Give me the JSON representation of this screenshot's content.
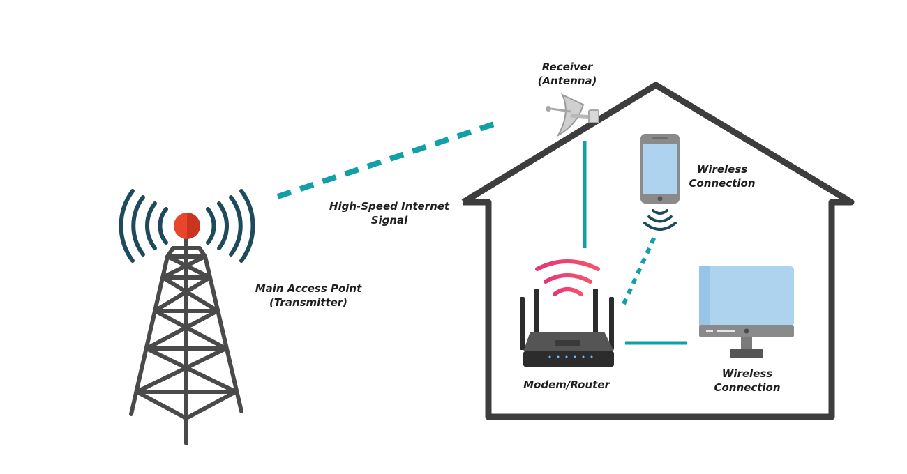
{
  "labels": {
    "receiver": [
      "Receiver",
      "(Antenna)"
    ],
    "signal": [
      "High-Speed Internet",
      "Signal"
    ],
    "access_point": [
      "Main Access Point",
      "(Transmitter)"
    ],
    "phone_connection": [
      "Wireless",
      "Connection"
    ],
    "router": [
      "Modem/Router"
    ],
    "monitor_connection": [
      "Wireless",
      "Connection"
    ]
  },
  "colors": {
    "house_outline": "#3d3d3d",
    "tower": "#4a4a4a",
    "beacon": "#e9452b",
    "tower_waves": "#1e4a5c",
    "signal_line": "#12a0a8",
    "router_waves_start": "#e5367a",
    "router_waves_end": "#f5546a",
    "router_body": "#2c2c2c",
    "screen": "#aed3ee",
    "device_frame": "#8a8a8a",
    "phone_waves": "#1e4a5c"
  },
  "icons": {
    "tower": "cell-tower-icon",
    "antenna": "satellite-dish-icon",
    "router": "wifi-router-icon",
    "phone": "smartphone-icon",
    "monitor": "desktop-monitor-icon",
    "house": "house-outline-icon"
  }
}
